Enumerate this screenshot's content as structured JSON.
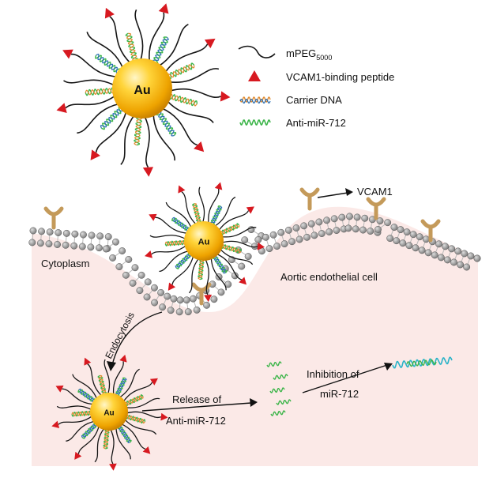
{
  "legend": {
    "mpeg_prefix": "mPEG",
    "mpeg_sub": "5000",
    "peptide": "VCAM1-binding peptide",
    "carrier": "Carrier DNA",
    "antimir": "Anti-miR-712"
  },
  "labels": {
    "au": "Au",
    "vcam1": "VCAM1",
    "cytoplasm": "Cytoplasm",
    "cell": "Aortic endothelial cell",
    "endocytosis": "Endocytosis",
    "release_line1": "Release of",
    "release_line2": "Anti-miR-712",
    "inhibition_line1": "Inhibition of",
    "inhibition_line2": "miR-712"
  },
  "colors": {
    "gold": "#f2b000",
    "peptide": "#d71920",
    "carrier_orange": "#e08a2e",
    "carrier_blue": "#2a6fb5",
    "antimir": "#3db54a",
    "mirna": "#2ab3c8",
    "cytoplasm": "#fbe9e7",
    "receptor": "#c49a5a",
    "lipid_head": "#8f8f8f"
  }
}
